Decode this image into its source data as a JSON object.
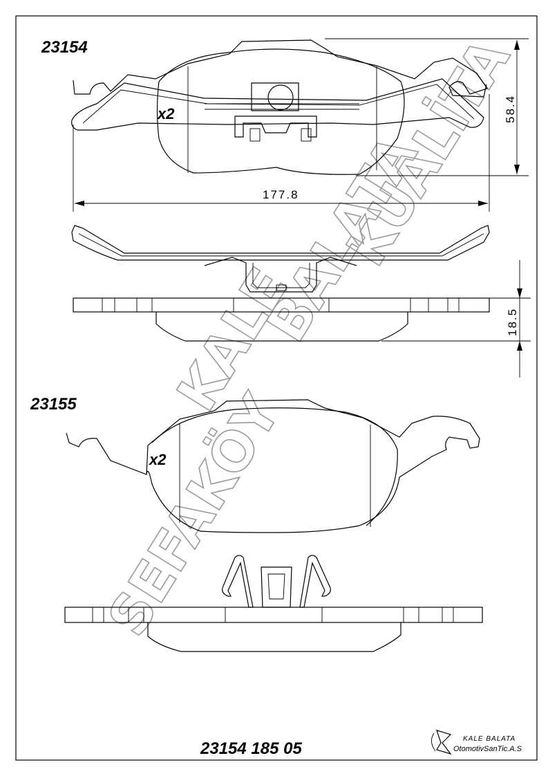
{
  "drawing": {
    "part_top": "23154",
    "part_bottom": "23155",
    "qty_top": "x2",
    "qty_bottom": "x2",
    "dim_height": "58.4",
    "dim_width": "177.8",
    "dim_thickness": "18.5",
    "catalog_number": "23154 185 05"
  },
  "brand": {
    "name": "KALE BALATA",
    "company": "OtomotivSanTic.A.S"
  },
  "watermark": {
    "line1": "SEFAKÖY",
    "line2": "KALE",
    "line3": "BALATA",
    "line4": "KUALİTA"
  }
}
